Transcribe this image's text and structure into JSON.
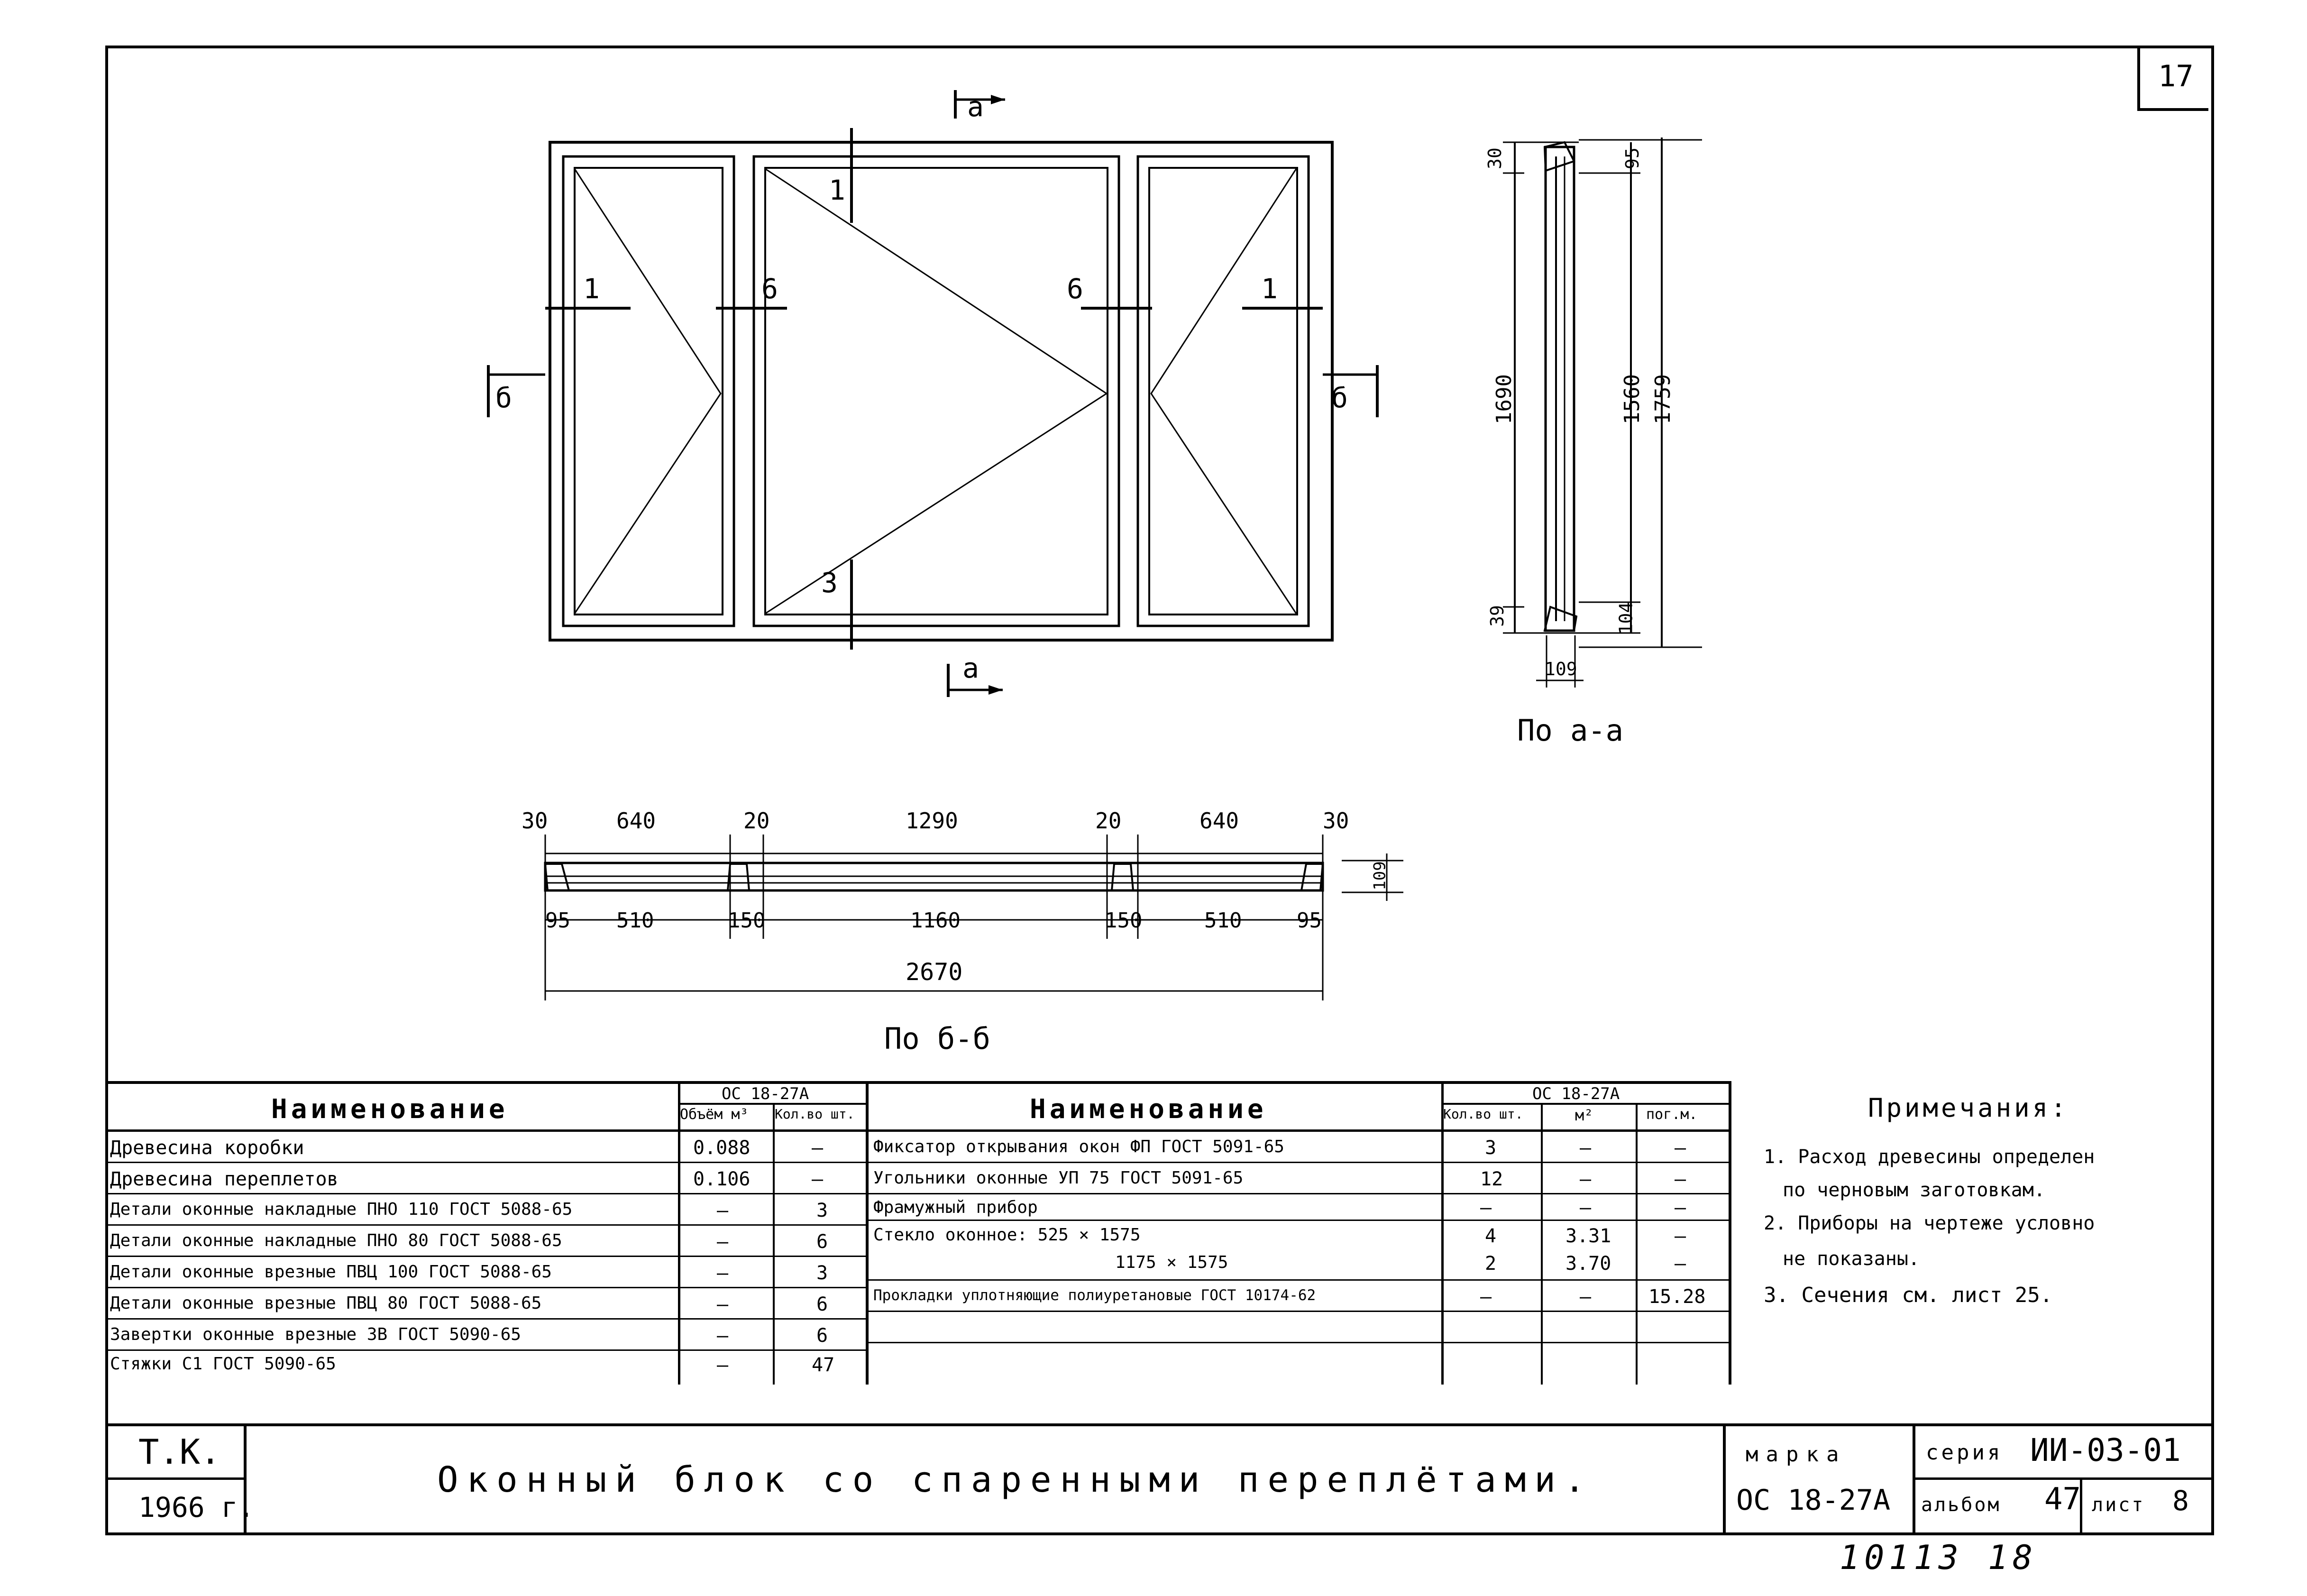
{
  "sheet": {
    "page_number": "17",
    "bottom_note": "10113 18"
  },
  "drawing": {
    "section_a": "а",
    "section_b": "б",
    "marks": [
      "1",
      "1",
      "1",
      "6",
      "6",
      "3"
    ],
    "view_aa_label": "По а-а",
    "view_bb_label": "По б-б",
    "dims_side": {
      "top_a": "30",
      "top_b": "95",
      "height_1": "1690",
      "height_2": "1560",
      "height_3": "1759",
      "bot_a": "39",
      "bot_b": "104",
      "depth": "109"
    },
    "dims_plan_top": [
      "30",
      "640",
      "20",
      "1290",
      "20",
      "640",
      "30"
    ],
    "dims_plan_bottom": [
      "95",
      "510",
      "150",
      "1160",
      "150",
      "510",
      "95"
    ],
    "dims_plan_total": "2670",
    "dims_plan_depth": "109"
  },
  "table_left": {
    "header_name": "Наименование",
    "header_group": "ОС 18-27А",
    "header_col1": "Объём м³",
    "header_col2": "Кол.во шт.",
    "rows": [
      {
        "name": "Древесина коробки",
        "v1": "0.088",
        "v2": "—"
      },
      {
        "name": "Древесина переплетов",
        "v1": "0.106",
        "v2": "—"
      },
      {
        "name": "Детали оконные накладные ПНО 110 ГОСТ 5088-65",
        "v1": "—",
        "v2": "3"
      },
      {
        "name": "Детали оконные накладные ПНО 80 ГОСТ 5088-65",
        "v1": "—",
        "v2": "6"
      },
      {
        "name": "Детали оконные врезные ПВЦ 100 ГОСТ 5088-65",
        "v1": "—",
        "v2": "3"
      },
      {
        "name": "Детали оконные врезные ПВЦ 80 ГОСТ 5088-65",
        "v1": "—",
        "v2": "6"
      },
      {
        "name": "Завертки оконные врезные 3В ГОСТ 5090-65",
        "v1": "—",
        "v2": "6"
      },
      {
        "name": "Стяжки С1 ГОСТ 5090-65",
        "v1": "—",
        "v2": "47"
      }
    ]
  },
  "table_right": {
    "header_name": "Наименование",
    "header_group": "ОС 18-27А",
    "header_col1": "Кол.во шт.",
    "header_col2": "м²",
    "header_col3": "пог.м.",
    "rows": [
      {
        "name": "Фиксатор открывания окон ФП ГОСТ 5091-65",
        "c1": "3",
        "c2": "—",
        "c3": "—"
      },
      {
        "name": "Угольники оконные УП 75 ГОСТ 5091-65",
        "c1": "12",
        "c2": "—",
        "c3": "—"
      },
      {
        "name": "Фрамужный прибор",
        "c1": "—",
        "c2": "—",
        "c3": "—"
      },
      {
        "name": "Стекло оконное: 525 × 1575",
        "c1": "4",
        "c2": "3.31",
        "c3": "—"
      },
      {
        "name": "1175 × 1575",
        "c1": "2",
        "c2": "3.70",
        "c3": "—"
      },
      {
        "name": "Прокладки уплотняющие полиуретановые ГОСТ 10174-62",
        "c1": "—",
        "c2": "—",
        "c3": "15.28"
      },
      {
        "name": "",
        "c1": "",
        "c2": "",
        "c3": ""
      },
      {
        "name": "",
        "c1": "",
        "c2": "",
        "c3": ""
      }
    ]
  },
  "notes": {
    "title": "Примечания:",
    "items": [
      "1. Расход древесины определен",
      "по черновым заготовкам.",
      "2. Приборы на чертеже условно",
      "не показаны.",
      "3. Сечения см. лист 25."
    ]
  },
  "title_block": {
    "org": "Т.К.",
    "year": "1966 г.",
    "title": "Оконный блок со спаренными переплётами.",
    "marka_label": "марка",
    "marka_value": "ОС 18-27А",
    "seria_label": "серия",
    "seria_value": "ИИ-03-01",
    "album_label": "альбом",
    "album_value": "47",
    "list_label": "лист",
    "list_value": "8"
  }
}
